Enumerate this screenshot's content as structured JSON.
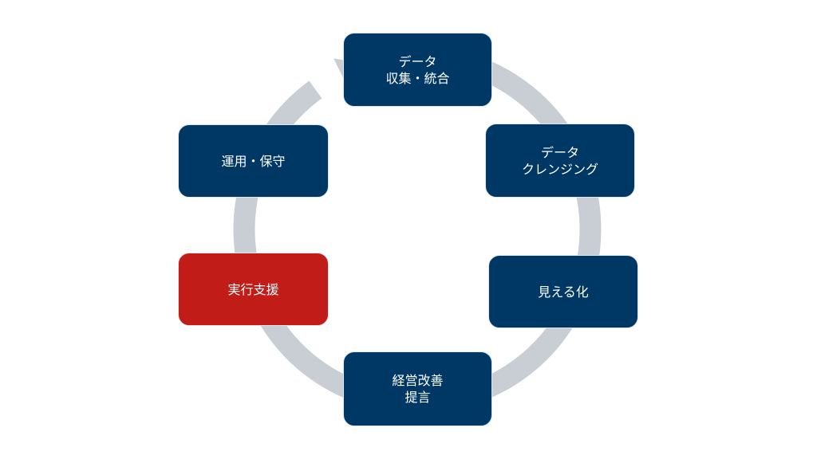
{
  "diagram": {
    "type": "cycle",
    "colors": {
      "step": "#003865",
      "highlight": "#c11c17",
      "ring": "#c9cdd4",
      "text": "#ffffff"
    },
    "steps": [
      {
        "label": "データ\n収集・統合",
        "highlighted": false
      },
      {
        "label": "データ\nクレンジング",
        "highlighted": false
      },
      {
        "label": "見える化",
        "highlighted": false
      },
      {
        "label": "経営改善\n提言",
        "highlighted": false
      },
      {
        "label": "実行支援",
        "highlighted": true
      },
      {
        "label": "運用・保守",
        "highlighted": false
      }
    ],
    "direction": "clockwise"
  }
}
